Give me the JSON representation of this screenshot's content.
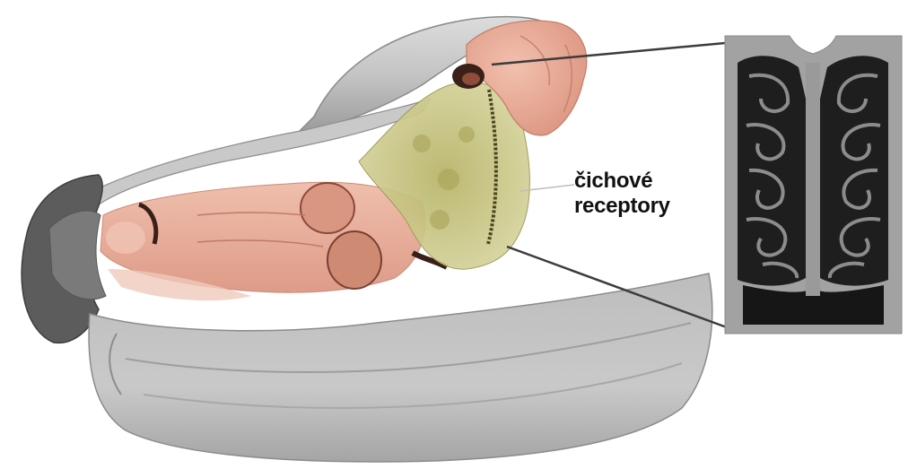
{
  "annotation": {
    "line1": "čichové",
    "line2": "receptory"
  },
  "colors": {
    "skull_outer": "#c8c8c8",
    "skull_dark": "#6e6e6e",
    "turbinate_pink": "#e8a994",
    "olfactory_yellow": "#c9c98a",
    "brain_pink": "#eaa896",
    "section_bg": "#a0a0a0",
    "section_dark": "#1e1e1e",
    "pointer_line": "#3c3c3c"
  },
  "structures": [
    "skull-outline",
    "lower-jaw",
    "nasal-turbinates",
    "olfactory-epithelium",
    "olfactory-bulb",
    "cross-section-inset"
  ]
}
